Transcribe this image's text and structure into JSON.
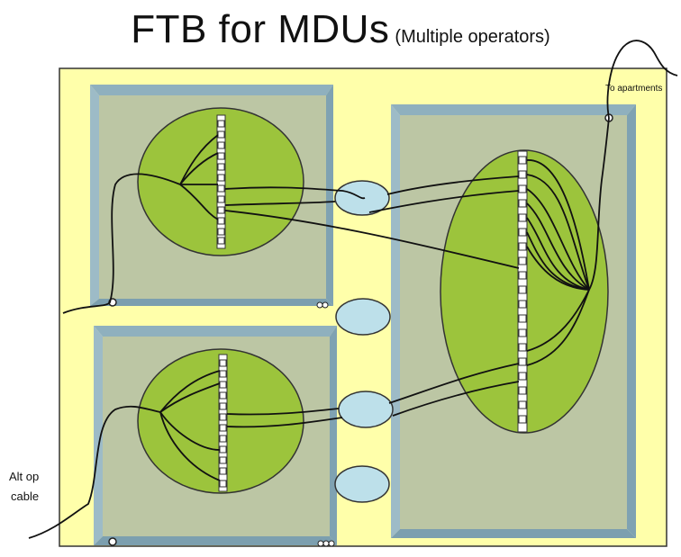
{
  "title": "FTB for MDUs",
  "subtitle": "(Multiple operators)",
  "labels": {
    "to_apartments": "To apartments",
    "alt_op_line1": "Alt op",
    "alt_op_line2": "cable"
  },
  "colors": {
    "enclosure": "#FFFFAA",
    "box_face": "#BCC6A4",
    "box_rim": "#8FB0BE",
    "disk": "#9CC43C",
    "splice_oval": "#BDE0EA",
    "fiber": "#111111"
  }
}
